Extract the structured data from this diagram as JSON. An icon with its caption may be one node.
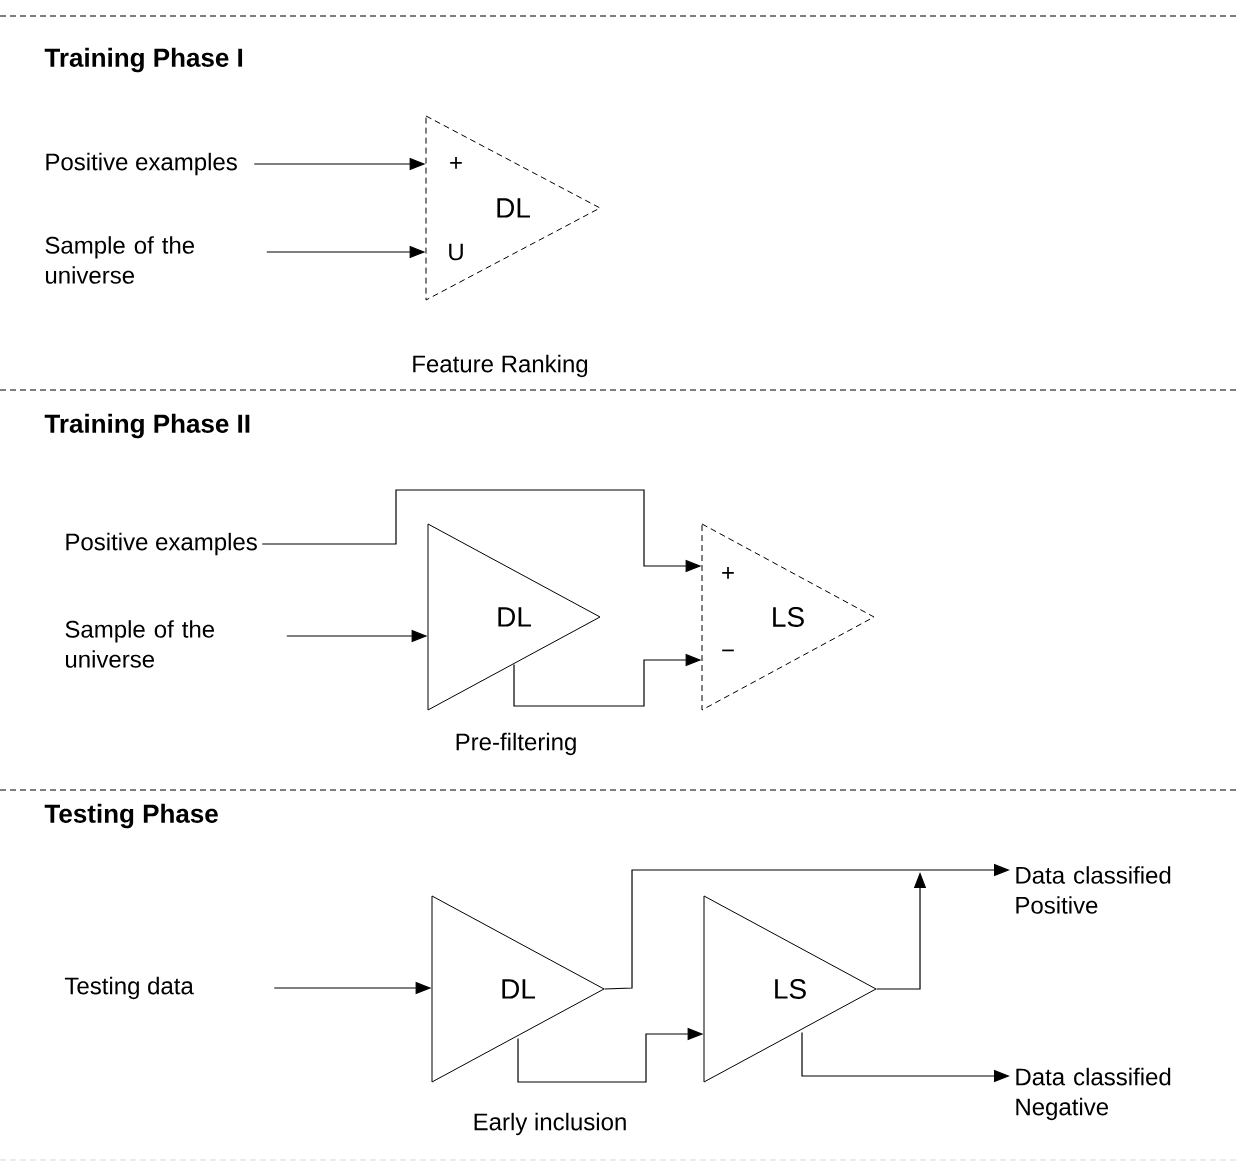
{
  "diagram": {
    "nodes": [
      {
        "text": [
          "Positive examples"
        ]
      },
      {
        "text": [
          "Sample of the universe"
        ]
      },
      {
        "text": [
          "DL"
        ],
        "beside": [
          "Feature Ranking"
        ]
      },
      {
        "text": [
          "Positive examples"
        ]
      },
      {
        "text": [
          "Sample of the universe"
        ]
      },
      {
        "text": [
          "DL"
        ],
        "beside": [
          "Pre-filtering"
        ]
      },
      {
        "text": [
          "LS"
        ]
      },
      {
        "text": [
          "Testing data"
        ]
      },
      {
        "text": [
          "DL"
        ],
        "beside": [
          "Early inclusion"
        ]
      },
      {
        "text": [
          "LS"
        ]
      },
      {
        "text": [
          "Data classified Positive"
        ]
      },
      {
        "text": [
          "Data classified Negative"
        ]
      }
    ],
    "edges": [
      {
        "from": 0,
        "to": 2,
        "arrow": "to"
      },
      {
        "from": 1,
        "to": 2,
        "arrow": "to"
      },
      {
        "from": 3,
        "to": 6,
        "arrow": "to"
      },
      {
        "from": 4,
        "to": 5,
        "arrow": "to"
      },
      {
        "from": 5,
        "to": 6,
        "arrow": "to"
      },
      {
        "from": 7,
        "to": 8,
        "arrow": "to"
      },
      {
        "from": 8,
        "to": 9,
        "arrow": "to"
      },
      {
        "from": 8,
        "to": 10,
        "arrow": "to"
      },
      {
        "from": 9,
        "to": 10,
        "arrow": "to"
      },
      {
        "from": 9,
        "to": 11,
        "arrow": "to"
      }
    ],
    "labels": [
      "Training Phase I",
      "+",
      "U",
      "Training Phase II",
      "+",
      "−",
      "Testing Phase"
    ]
  }
}
